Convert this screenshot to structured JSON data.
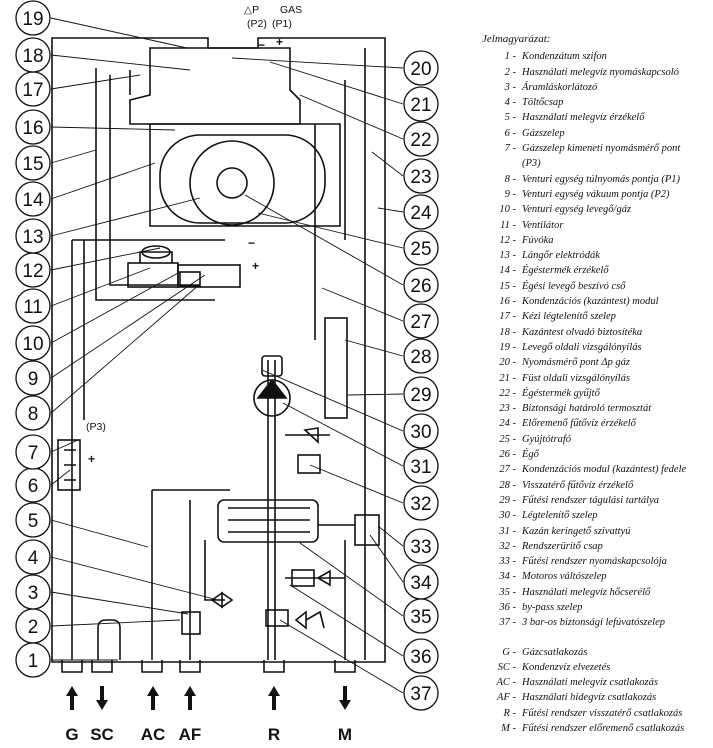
{
  "top_labels": {
    "dp": "△P",
    "gas": "GAS",
    "p2": "(P2)",
    "p1": "(P1)"
  },
  "p3_label": "(P3)",
  "callouts": [
    "1",
    "2",
    "3",
    "4",
    "5",
    "6",
    "7",
    "8",
    "9",
    "10",
    "11",
    "12",
    "13",
    "14",
    "15",
    "16",
    "17",
    "18",
    "19",
    "20",
    "21",
    "22",
    "23",
    "24",
    "25",
    "26",
    "27",
    "28",
    "29",
    "30",
    "31",
    "32",
    "33",
    "34",
    "35",
    "36",
    "37"
  ],
  "connections": [
    {
      "code": "G",
      "direction": "up"
    },
    {
      "code": "SC",
      "direction": "down"
    },
    {
      "code": "AC",
      "direction": "up"
    },
    {
      "code": "AF",
      "direction": "up"
    },
    {
      "code": "R",
      "direction": "up"
    },
    {
      "code": "M",
      "direction": "down"
    }
  ],
  "legend": {
    "title": "Jelmagyarázat:",
    "items": [
      {
        "key": "1 -",
        "text": "Kondenzátum szifon"
      },
      {
        "key": "2 -",
        "text": "Használati melegvíz nyomáskapcsoló"
      },
      {
        "key": "3 -",
        "text": "Áramláskorlátozó"
      },
      {
        "key": "4 -",
        "text": "Töltőcsap"
      },
      {
        "key": "5 -",
        "text": "Használati melegvíz érzékelő"
      },
      {
        "key": "6 -",
        "text": "Gázszelep"
      },
      {
        "key": "7 -",
        "text": "Gázszelep kimeneti nyomásmérő pont"
      },
      {
        "key": "",
        "text": "(P3)"
      },
      {
        "key": "8 -",
        "text": "Venturi egység túlnyomás pontja (P1)"
      },
      {
        "key": "9 -",
        "text": "Venturi egység vákuum pontja (P2)"
      },
      {
        "key": "10 -",
        "text": "Venturi egység levegő/gáz"
      },
      {
        "key": "11 -",
        "text": "Ventilátor"
      },
      {
        "key": "12 -",
        "text": "Fúvóka"
      },
      {
        "key": "13 -",
        "text": "Lángőr elektródák"
      },
      {
        "key": "14 -",
        "text": "Égéstermék érzékelő"
      },
      {
        "key": "15 -",
        "text": "Égési levegő beszívó cső"
      },
      {
        "key": "16 -",
        "text": "Kondenzációs (kazántest) modul"
      },
      {
        "key": "17 -",
        "text": "Kézi légtelenítő szelep"
      },
      {
        "key": "18 -",
        "text": "Kazántest olvadó biztosítéka"
      },
      {
        "key": "19 -",
        "text": "Levegő oldali vizsgálónyílás"
      },
      {
        "key": "20 -",
        "text": "Nyomásmérő pont Δp gáz"
      },
      {
        "key": "21 -",
        "text": "Füst oldali vizsgálónyílás"
      },
      {
        "key": "22 -",
        "text": "Égéstermék gyűjtő"
      },
      {
        "key": "23 -",
        "text": "Biztonsági határoló termosztát"
      },
      {
        "key": "24 -",
        "text": "Előremenő fűtővíz érzékelő"
      },
      {
        "key": "25 -",
        "text": "Gyújtótrafó"
      },
      {
        "key": "26 -",
        "text": "Égő"
      },
      {
        "key": "27 -",
        "text": "Kondenzációs modul (kazántest) fedele"
      },
      {
        "key": "28 -",
        "text": "Visszatérő fűtővíz érzékelő"
      },
      {
        "key": "29 -",
        "text": "Fűtési rendszer tágulási tartálya"
      },
      {
        "key": "30 -",
        "text": "Légtelenítő szelep"
      },
      {
        "key": "31 -",
        "text": "Kazán keringető szivattyú"
      },
      {
        "key": "32 -",
        "text": "Rendszerürítő csap"
      },
      {
        "key": "33 -",
        "text": "Fűtési rendszer nyomáskapcsolója"
      },
      {
        "key": "34 -",
        "text": "Motoros váltószelep"
      },
      {
        "key": "35 -",
        "text": "Használati melegvíz hőcserélő"
      },
      {
        "key": "36 -",
        "text": "by-pass szelep"
      },
      {
        "key": "37 -",
        "text": "3 bar-os biztonsági lefúvatószelep"
      }
    ],
    "connections": [
      {
        "key": "G -",
        "text": "Gázcsatlakozás"
      },
      {
        "key": "SC -",
        "text": "Kondenzvíz elvezetés"
      },
      {
        "key": "AC -",
        "text": "Használati melegvíz csatlakozás"
      },
      {
        "key": "AF -",
        "text": "Használati hidegvíz csatlakozás"
      },
      {
        "key": "R -",
        "text": "Fűtési rendszer visszatérő csatlakozás"
      },
      {
        "key": "M -",
        "text": "Fűtési rendszer előremenő csatlakozás"
      }
    ]
  }
}
